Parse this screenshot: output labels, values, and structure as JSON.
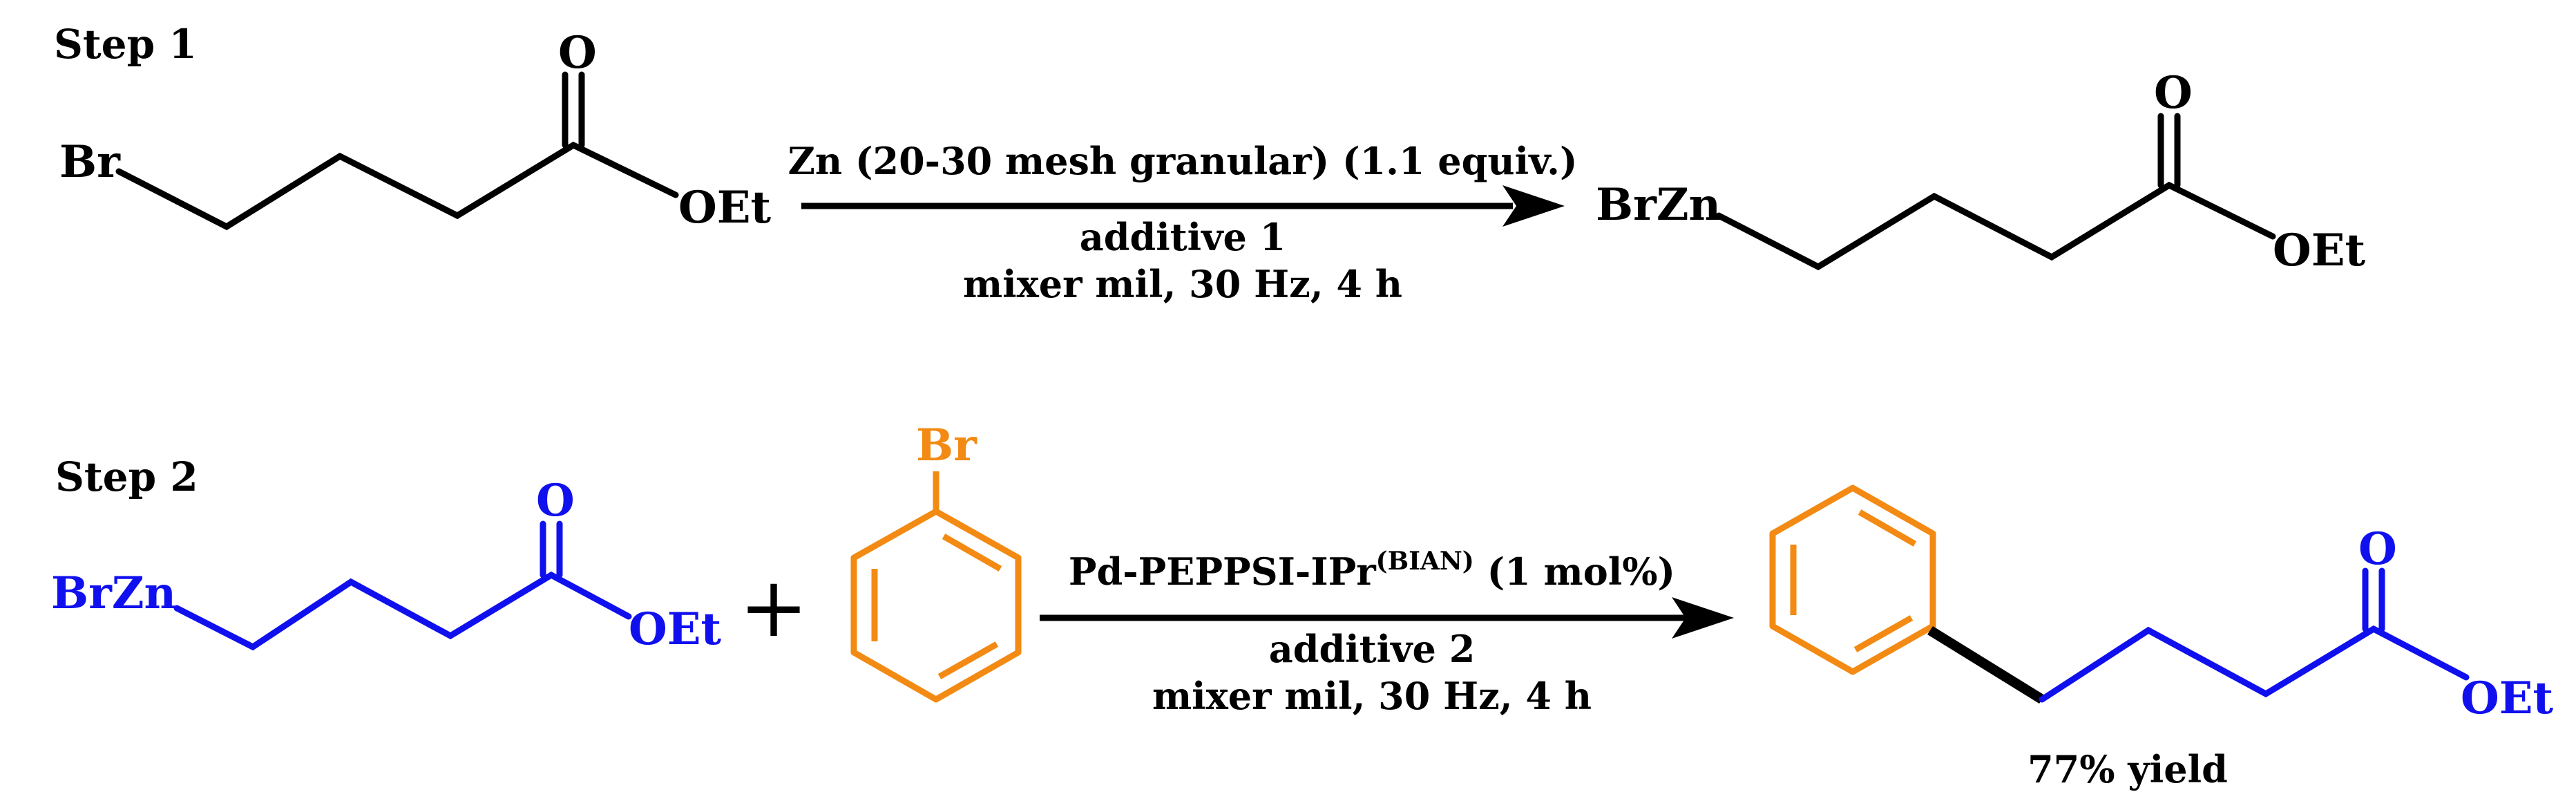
{
  "colors": {
    "black": "#000000",
    "blue": "#1010ee",
    "orange": "#f28a13"
  },
  "step1": {
    "label": "Step 1",
    "reactant": {
      "br": "Br",
      "o": "O",
      "oet": "OEt"
    },
    "arrow": {
      "above": "Zn (20-30 mesh granular) (1.1 equiv.)",
      "below1": "additive 1",
      "below2": "mixer mil, 30 Hz, 4 h"
    },
    "product": {
      "brzn": "BrZn",
      "o": "O",
      "oet": "OEt"
    }
  },
  "step2": {
    "label": "Step 2",
    "reactant1": {
      "brzn": "BrZn",
      "o": "O",
      "oet": "OEt"
    },
    "plus": "+",
    "reactant2": {
      "br": "Br"
    },
    "arrow": {
      "above_main": "Pd-PEPPSI-IPr",
      "above_sup": "(BIAN)",
      "above_tail": " (1 mol%)",
      "below1": "additive 2",
      "below2": "mixer mil, 30 Hz, 4 h"
    },
    "product": {
      "o": "O",
      "oet": "OEt"
    },
    "yield": "77% yield"
  }
}
